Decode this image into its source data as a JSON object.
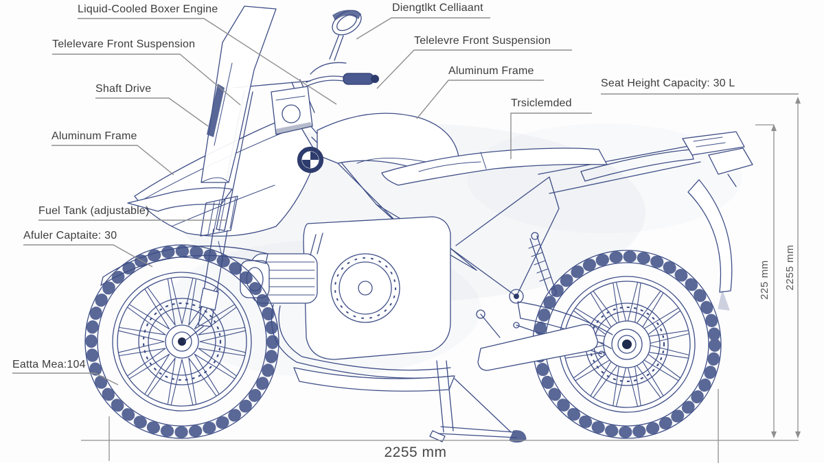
{
  "callouts": {
    "liquid_cooled_engine": "Liquid-Cooled Boxer Engine",
    "front_suspension_left": "Telelevare Front Suspension",
    "shaft_drive": "Shaft Drive",
    "aluminum_frame_left": "Aluminum Frame",
    "fuel_tank": "Fuel Tank (adjustable)",
    "fuel_capacity": "Afuler Captaite: 30",
    "tire_spec": "Eatta Mea:104",
    "coolant_top": "Diengtlkt Celliaant",
    "front_suspension_right": "Telelevre Front Suspension",
    "aluminum_frame_right": "Aluminum Frame",
    "seat_height": "Seat Height Capacity: 30 L",
    "side_case": "Trsiclemded"
  },
  "dimensions": {
    "overall_length": "2255 mm",
    "overall_height": "2255 mm",
    "suspension_travel": "225 mm"
  },
  "colors": {
    "blueprint_line": "#3d4d85",
    "annotation_line": "#8f8f8f",
    "label_text": "#3c3c3c"
  }
}
